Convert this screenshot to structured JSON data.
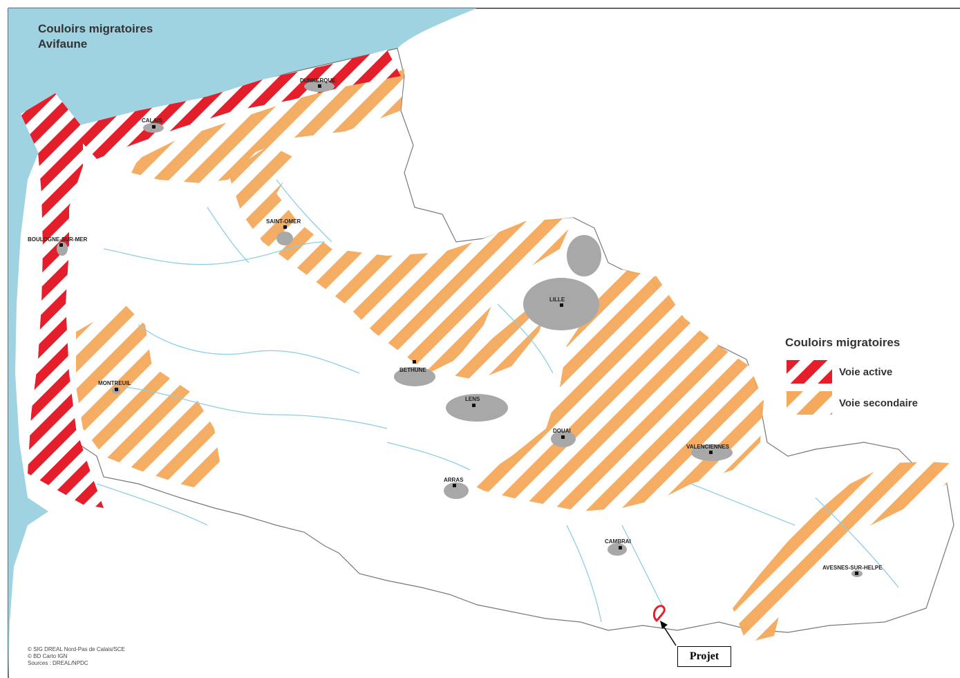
{
  "title": {
    "line1": "Couloirs migratoires",
    "line2": "Avifaune"
  },
  "legend": {
    "title": "Couloirs migratoires",
    "items": [
      {
        "label": "Voie active",
        "color1": "#e41e2b",
        "color2": "#ffffff"
      },
      {
        "label": "Voie secondaire",
        "color1": "#f4a95c",
        "color2": "#ffffff"
      }
    ]
  },
  "cities": [
    "DUNKERQUE",
    "CALAIS",
    "SAINT-OMER",
    "BOULOGNE-SUR-MER",
    "LILLE",
    "BETHUNE",
    "LENS",
    "MONTREUIL",
    "DOUAI",
    "VALENCIENNES",
    "ARRAS",
    "CAMBRAI",
    "AVESNES-SUR-HELPE"
  ],
  "credits": {
    "line1": "© SIG DREAL Nord-Pas de Calais/SCE",
    "line2": "© BD Carto IGN",
    "line3": "Sources : DREAL/NPDC"
  },
  "projet_label": "Projet",
  "colors": {
    "sea": "#9fd3e2",
    "urban": "#a8a8a8",
    "river": "#8ccfe3",
    "border": "#666666",
    "marker": "#e41e2b"
  }
}
